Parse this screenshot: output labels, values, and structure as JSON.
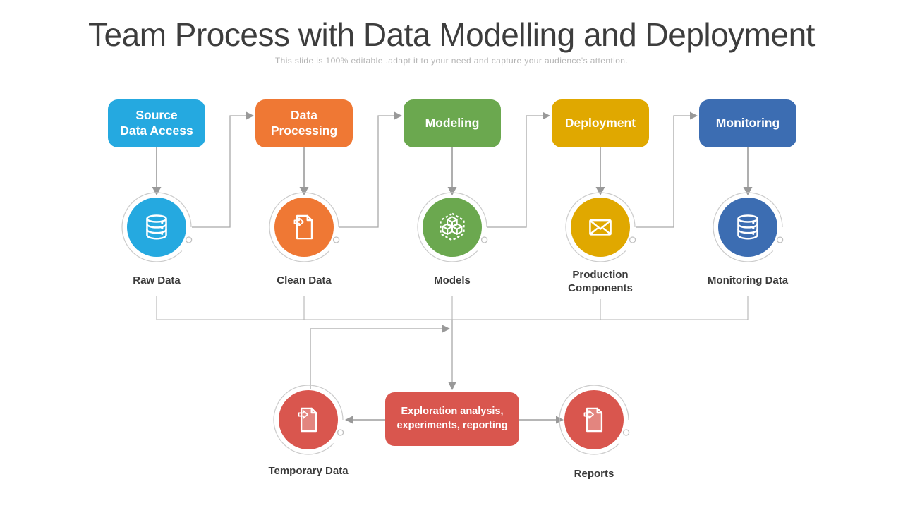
{
  "title": "Team Process with Data Modelling and Deployment",
  "subtitle": "This slide is 100% editable .adapt it to your need and capture your audience's attention.",
  "stages": [
    {
      "name": "source-data-access",
      "lines": [
        "Source",
        "Data Access"
      ],
      "label": "Raw Data",
      "color": "#25A9E0",
      "icon": "database-icon"
    },
    {
      "name": "data-processing",
      "lines": [
        "Data",
        "Processing"
      ],
      "label": "Clean Data",
      "color": "#EF7834",
      "icon": "document-export-icon"
    },
    {
      "name": "modeling",
      "lines": [
        "Modeling"
      ],
      "label": "Models",
      "color": "#6BA84F",
      "icon": "cubes-icon"
    },
    {
      "name": "deployment",
      "lines": [
        "Deployment"
      ],
      "label": "Production Components",
      "color": "#E0A800",
      "icon": "envelope-icon"
    },
    {
      "name": "monitoring",
      "lines": [
        "Monitoring"
      ],
      "label": "Monitoring Data",
      "color": "#3C6DB2",
      "icon": "database-icon"
    }
  ],
  "bottom": {
    "color": "#D9564E",
    "box_lines": [
      "Exploration analysis,",
      "experiments, reporting"
    ],
    "left_label": "Temporary Data",
    "right_label": "Reports",
    "left_icon": "document-export-icon",
    "right_icon": "document-export-icon"
  },
  "connector_color": "#A9A9A9",
  "ring_color": "#CBCBCB"
}
